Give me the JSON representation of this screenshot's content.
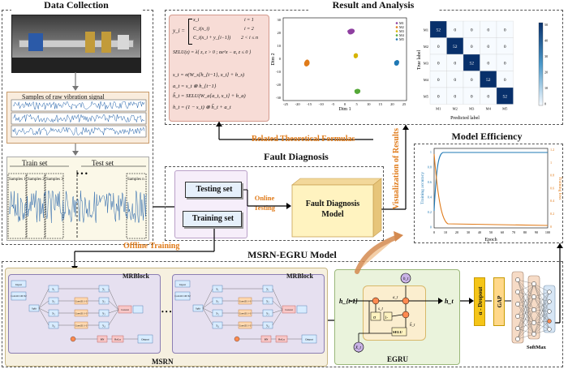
{
  "data_collection": {
    "title": "Data Collection",
    "samples_label": "Samples of raw vibration signal",
    "train_set": "Train set",
    "test_set": "Test set",
    "sample_labels": [
      "Samples 1",
      "Samples 2",
      "Samples 3",
      "Samples n"
    ],
    "ellipsis": "• • •"
  },
  "result": {
    "title": "Result and Analysis",
    "formulas": [
      "SELU(z) = λ{ z, z > 0 ; αe^z − α, z ≤ 0 }",
      "s_t = σ(W_s[h_{t−1}, x_t] + b_s)",
      "a_t = s_t ⊗ h_{t−1}",
      "h̃_t = SELU(W_a[a_t, x_t] + b_a)",
      "h_t = (1 − s_t) ⊗ h̃_t + a_t"
    ],
    "piecewise_y": [
      "x_i",
      "C_i(x_i)",
      "C_i(x_i + y_{i−1})"
    ],
    "piecewise_cond": [
      "i = 1",
      "i = 2",
      "2 < i ≤ n"
    ],
    "y_symbol": "y_i =",
    "tsne_xlabel": "Dim 1",
    "tsne_ylabel": "Dim 2",
    "tsne_xticks": [
      "-25",
      "-20",
      "-15",
      "-10",
      "-5",
      "0",
      "5",
      "10",
      "15",
      "20",
      "25"
    ],
    "tsne_yticks": [
      "30",
      "20",
      "10",
      "0",
      "-10",
      "-20",
      "-30"
    ],
    "tsne_legend": [
      "M1",
      "M2",
      "M3",
      "M4",
      "M5"
    ],
    "cm_labels": [
      "M1",
      "M2",
      "M3",
      "M4",
      "M5"
    ],
    "cm_values": [
      [
        52,
        0,
        0,
        0,
        0
      ],
      [
        0,
        52,
        0,
        0,
        0
      ],
      [
        0,
        0,
        52,
        0,
        0
      ],
      [
        0,
        0,
        0,
        52,
        0
      ],
      [
        0,
        0,
        0,
        0,
        52
      ]
    ],
    "cm_xlabel": "Predicted label",
    "cm_ylabel": "True label",
    "cm_scale": [
      "50",
      "40",
      "30",
      "20",
      "10",
      "0"
    ],
    "related_label": "Related Theoretical Formulas",
    "visualization_label": "Visualization of Results"
  },
  "fault_diagnosis": {
    "title": "Fault Diagnosis",
    "testing_set": "Testing set",
    "training_set": "Training set",
    "online_testing": "Online Testing",
    "model_label": "Fault Diagnosis Model",
    "offline_training": "Offline Training"
  },
  "efficiency": {
    "title": "Model Efficiency",
    "xlabel": "Epoch",
    "ylabel_left": "Training accuracy",
    "ylabel_right": "Training loss",
    "xticks": [
      "0",
      "10",
      "20",
      "30",
      "40",
      "50",
      "60",
      "70",
      "80",
      "90",
      "100"
    ],
    "yticks_left": [
      "1",
      "0.8",
      "0.6",
      "0.4",
      "0.2",
      "0"
    ],
    "yticks_right": [
      "1.2",
      "1",
      "0.8",
      "0.6",
      "0.4",
      "0.2",
      "0"
    ]
  },
  "msrn_egru": {
    "title": "MSRN-EGRU Model",
    "mrblock": "MRBlock",
    "msrn": "MSRN",
    "egru": "EGRU",
    "softmax": "SoftMax",
    "gap": "GAP",
    "dropout": "α - Dropout",
    "input": "Input",
    "conv1": "Conv1D 1D×32",
    "split": "Split",
    "concat": "Concat",
    "output": "Output",
    "relu": "ReLu",
    "bn": "BN",
    "h_prev": "h_{t-1}",
    "h_t": "h_t",
    "x_t": "X_t",
    "s_t": "s_t",
    "a_t": "a_t",
    "h_tilde": "h̃_t",
    "sigma": "σ",
    "one_minus": "1-",
    "selu": "SELU",
    "dots": "• • •",
    "x_labels": [
      "x₁",
      "x₂",
      "x₃",
      "x₄"
    ],
    "y_labels": [
      "y₁",
      "y₂",
      "y₃",
      "y₄"
    ],
    "conv_small": "Conv1D 1×3"
  },
  "colors": {
    "orange": "#e07b1a",
    "navy": "#1d3f6e",
    "block_fill": "#e6e0f0",
    "egru_fill": "#eaf3dc",
    "fd_fill": "#f6eefa",
    "yellow": "#fff3c0"
  }
}
